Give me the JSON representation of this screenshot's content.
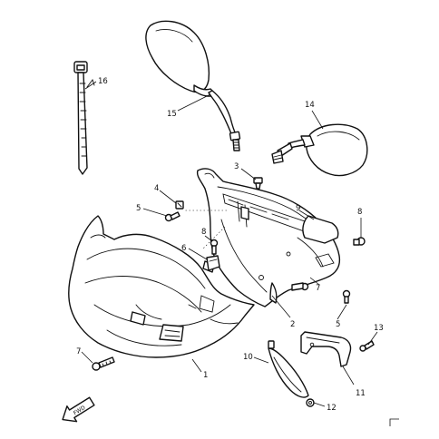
{
  "parts": [
    {
      "id": "p1",
      "label": "1"
    },
    {
      "id": "p2",
      "label": "2"
    },
    {
      "id": "p3",
      "label": "3"
    },
    {
      "id": "p4",
      "label": "4"
    },
    {
      "id": "p5a",
      "label": "5"
    },
    {
      "id": "p5b",
      "label": "5"
    },
    {
      "id": "p6",
      "label": "6"
    },
    {
      "id": "p7a",
      "label": "7"
    },
    {
      "id": "p7b",
      "label": "7"
    },
    {
      "id": "p8a",
      "label": "8"
    },
    {
      "id": "p8b",
      "label": "8"
    },
    {
      "id": "p9",
      "label": "9"
    },
    {
      "id": "p10",
      "label": "10"
    },
    {
      "id": "p11",
      "label": "11"
    },
    {
      "id": "p12",
      "label": "12"
    },
    {
      "id": "p13",
      "label": "13"
    },
    {
      "id": "p14",
      "label": "14"
    },
    {
      "id": "p15",
      "label": "15"
    },
    {
      "id": "p16",
      "label": "16"
    }
  ],
  "direction_arrow": {
    "label": "FWD",
    "icon": "forward-arrow-icon"
  },
  "corner_mark": {
    "icon": "corner-bracket-icon"
  }
}
